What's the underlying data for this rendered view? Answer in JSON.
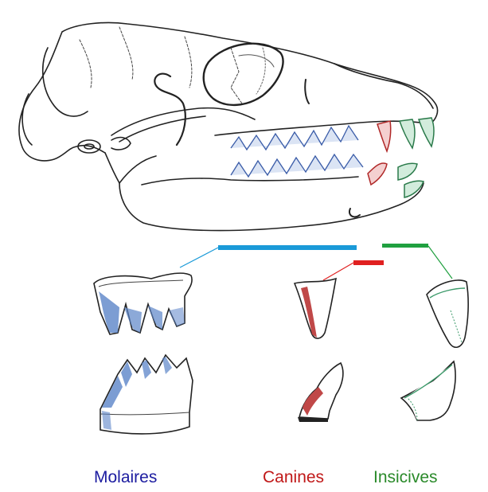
{
  "labels": {
    "molaires": "Molaires",
    "canines": "Canines",
    "insicives": "Insicives"
  },
  "colors": {
    "molaires": "#1c1ca0",
    "canines": "#c01818",
    "insicives": "#2a8a2a",
    "molar_bar": "#1a9ad8",
    "canine_bar": "#e02020",
    "incisor_bar": "#20a040",
    "molar_fill": "#5b84c8",
    "canine_fill": "#c04848",
    "incisor_fill": "#3c9a6a",
    "ink": "#222222"
  }
}
